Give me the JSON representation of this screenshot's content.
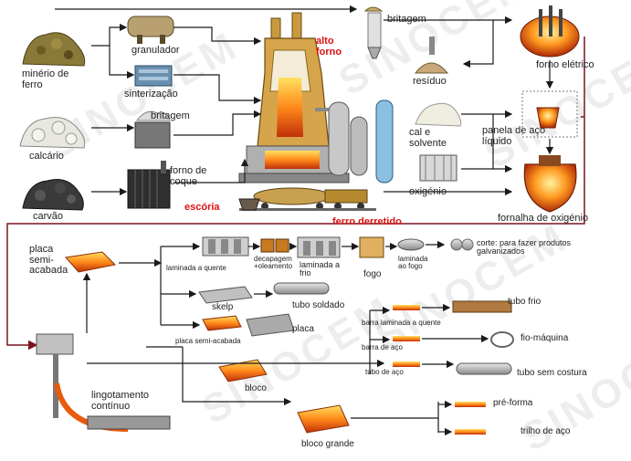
{
  "watermark": "SINOCEM",
  "colors": {
    "arrow": "#1a1a1a",
    "loop": "#7a1420",
    "hot": "#e85a0c",
    "furnace": "#c8a050",
    "label_red": "#dd1111"
  },
  "labels": {
    "minerio": "minério de ferro",
    "granulador": "granulador",
    "sinterizacao": "sinterização",
    "calcario": "calcário",
    "britagem_mid": "britagem",
    "forno_coque": "forno de coque",
    "carvao": "carvão",
    "alto_forno": "alto forno",
    "escoria": "escória",
    "ferro_derretido": "ferro derretido",
    "britagem_top": "britagem",
    "residuo": "resíduo",
    "cal_solvente": "cal e solvente",
    "oxigenio": "oxigénio",
    "forno_eletrico": "forno elétrico",
    "panela": "panela de aço líquido",
    "fornalha": "fornalha de oxigénio",
    "placa_semi": "placa semi-acabada",
    "laminada_quente": "laminada a quente",
    "decapagem": "decapagem +oleamento",
    "laminada_frio": "laminada a frio",
    "fogo": "fogo",
    "laminada_fogo": "laminada ao fogo",
    "corte": "corte: para fazer produtos galvanizados",
    "skelp": "skelp",
    "tubo_soldado": "tubo soldado",
    "placa_semi_small": "placa semi-acabada",
    "placa": "placa",
    "barra_laminada": "barra laminada a quente",
    "tubo_frio": "tubo frio",
    "barra_aco": "barra de aço",
    "fio_maquina": "fio-máquina",
    "tubo_aco": "tubo de aço",
    "tubo_sem_costura": "tubo sem costura",
    "bloco": "bloco",
    "lingotamento": "lingotamento contínuo",
    "bloco_grande": "bloco grande",
    "pre_forma": "pré-forma",
    "trilho": "trilho de aço"
  }
}
